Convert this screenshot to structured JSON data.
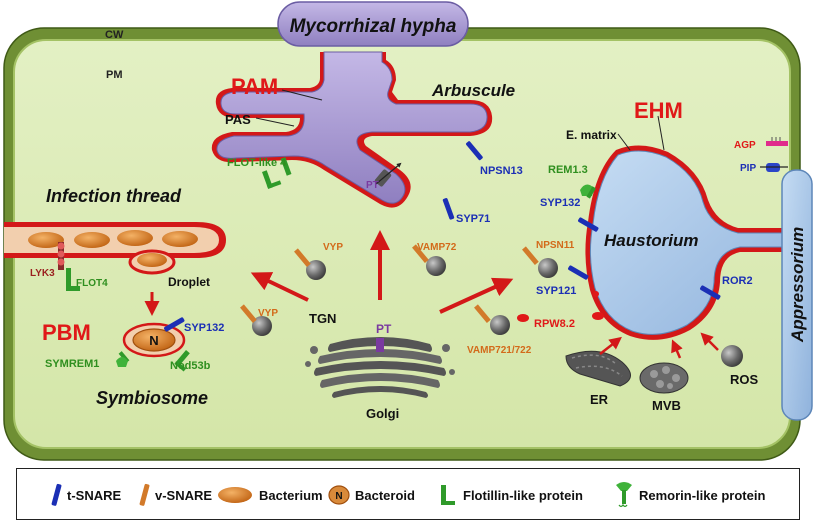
{
  "labels": {
    "cw": "CW",
    "pm": "PM",
    "mycorrhizal_hypha": "Mycorrhizal hypha",
    "arbuscule": "Arbuscule",
    "pam": "PAM",
    "pas": "PAS",
    "flot_like_4": "FLOT-like 4",
    "pt_arbuscule": "PT",
    "npsn13": "NPSN13",
    "syp71": "SYP71",
    "infection_thread": "Infection thread",
    "lyk3": "LYK3",
    "flot4": "FLOT4",
    "droplet": "Droplet",
    "pbm": "PBM",
    "n": "N",
    "syp132_symbiosome": "SYP132",
    "symrem1": "SYMREM1",
    "nod53b": "Nod53b",
    "symbiosome": "Symbiosome",
    "vyp_top": "VYP",
    "vamp72": "VAMP72",
    "vyp_left": "VYP",
    "tgn": "TGN",
    "pt_golgi": "PT",
    "golgi": "Golgi",
    "vamp721_722": "VAMP721/722",
    "rpw8_2": "RPW8.2",
    "ehm": "EHM",
    "e_matrix": "E. matrix",
    "rem1_3": "REM1.3",
    "syp132_haustorium": "SYP132",
    "npsn11": "NPSN11",
    "syp121": "SYP121",
    "haustorium": "Haustorium",
    "ror2": "ROR2",
    "agp": "AGP",
    "pip": "PIP",
    "appressorium": "Appressorium",
    "er": "ER",
    "mvb": "MVB",
    "ros": "ROS"
  },
  "legend": {
    "t_snare": "t-SNARE",
    "v_snare": "v-SNARE",
    "bacterium": "Bacterium",
    "bacteroid_letter": "N",
    "bacteroid": "Bacteroid",
    "flotillin": "Flotillin-like protein",
    "remorin": "Remorin-like protein"
  },
  "colors": {
    "cell_wall": "#5e7f2a",
    "cytoplasm": "#dcebb5",
    "membrane_red": "#d9141b",
    "hypha": "#a99ad0",
    "haustorium": "#a9c8ea",
    "t_snare": "#1b2fb5",
    "v_snare": "#d27a2a",
    "flotillin": "#2f9a2a",
    "remorin": "#2f9a2a",
    "label_red": "#e01818",
    "label_blue": "#1b2fb5",
    "label_orange": "#d36a1a",
    "label_green": "#2f8f1f",
    "label_purple": "#7a3aa0"
  }
}
